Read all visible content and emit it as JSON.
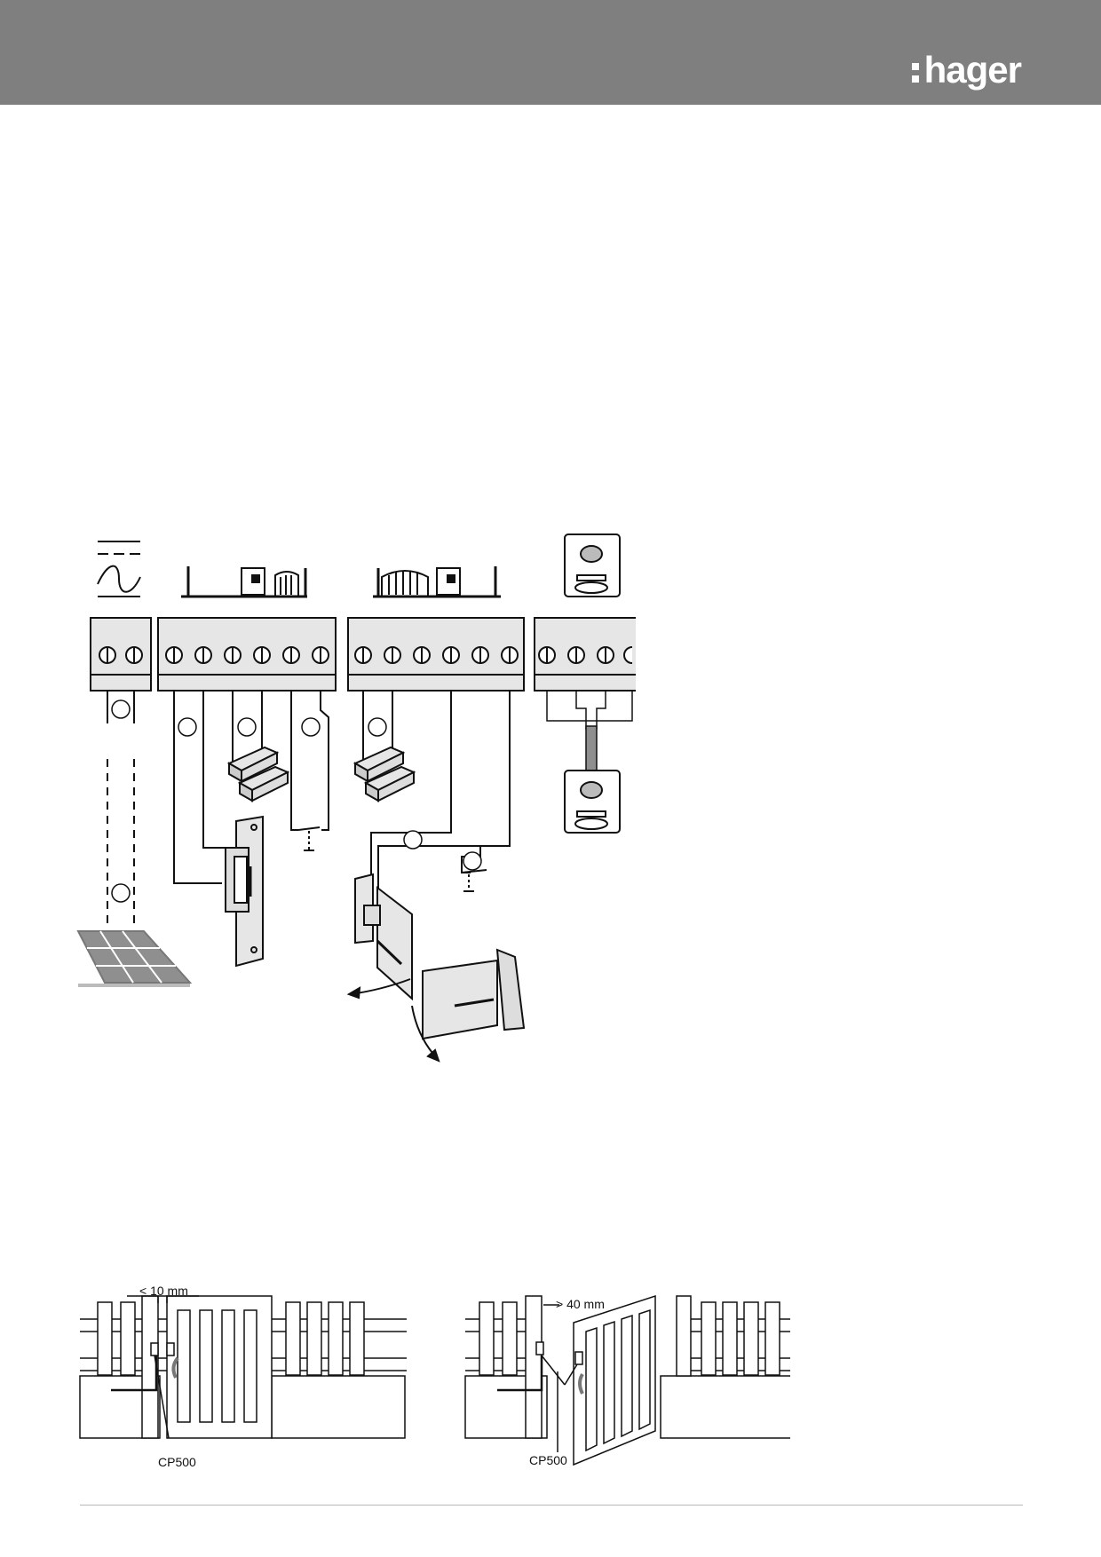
{
  "header": {
    "brand": "hager"
  },
  "gate_figures": {
    "closed": {
      "gap_label": "< 10 mm",
      "sensor_label": "CP500"
    },
    "open": {
      "gap_label": "> 40 mm",
      "sensor_label": "CP500"
    }
  },
  "colors": {
    "header_bg": "#7f7f7f",
    "terminal_fill": "#e6e6e6",
    "panel_fill": "#8f8f8f"
  }
}
